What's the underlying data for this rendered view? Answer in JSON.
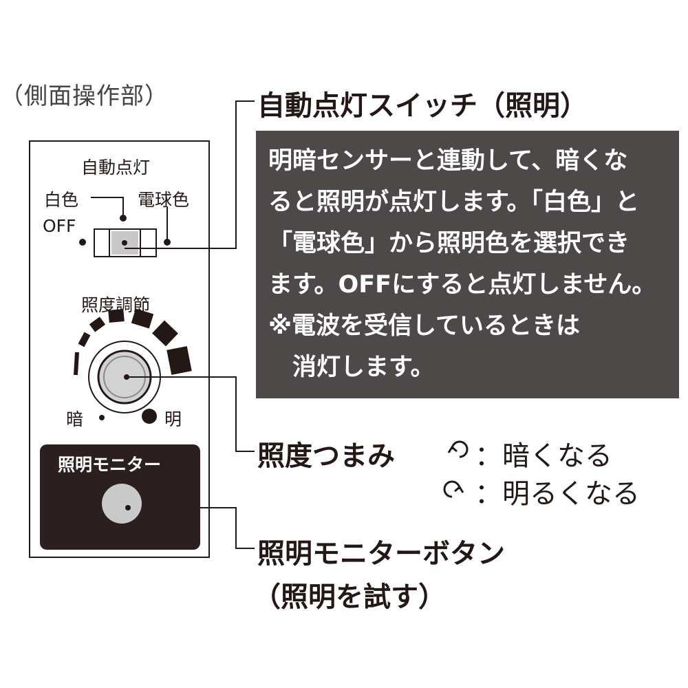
{
  "colors": {
    "ink": "#231815",
    "description_bg": "#4d4948",
    "monitor_bg": "#2b1f1f",
    "knob_fill": "#cfcfcf",
    "button_fill": "#c9c9c9"
  },
  "section_label": "（側面操作部）",
  "panel": {
    "auto_light_title": "自動点灯",
    "white_label": "白色",
    "bulb_label": "電球色",
    "off_label": "OFF",
    "dimmer_title": "照度調節",
    "dark_label": "暗",
    "bright_label": "明",
    "monitor_label": "照明モニター"
  },
  "callouts": {
    "auto_switch": {
      "heading": "自動点灯スイッチ（照明）",
      "description_lines": [
        "明暗センサーと連動して、暗くな",
        "ると照明が点灯します。「白色」と",
        "「電球色」から照明色を選択でき",
        "ます。OFFにすると点灯しません。",
        "※電波を受信しているときは",
        "　消灯します。"
      ]
    },
    "dimmer_knob": {
      "heading": "照度つまみ",
      "ccw_icon": "rotate-counterclockwise-icon",
      "ccw_text": "：暗くなる",
      "cw_icon": "rotate-clockwise-icon",
      "cw_text": "：明るくなる"
    },
    "monitor_button": {
      "heading_line1": "照明モニターボタン",
      "heading_line2": "（照明を試す）"
    }
  }
}
